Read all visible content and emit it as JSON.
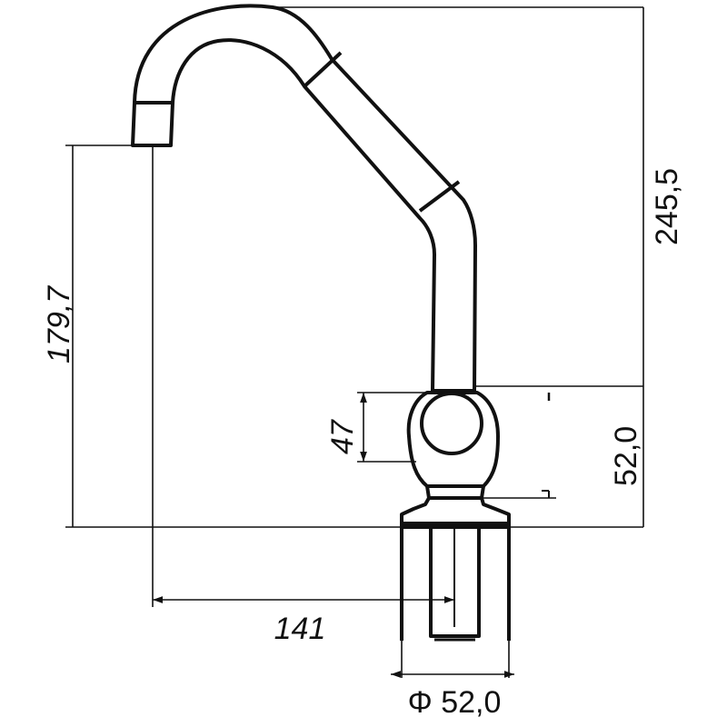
{
  "drawing": {
    "subject": "faucet-dimension-drawing",
    "line_color": "#111111",
    "background_color": "#ffffff",
    "dimensions": {
      "total_height": "245,5",
      "spout_height": "179,7",
      "reach": "141",
      "handle_height": "47",
      "body_height": "52,0",
      "base_diameter": "Φ 52,0"
    }
  }
}
